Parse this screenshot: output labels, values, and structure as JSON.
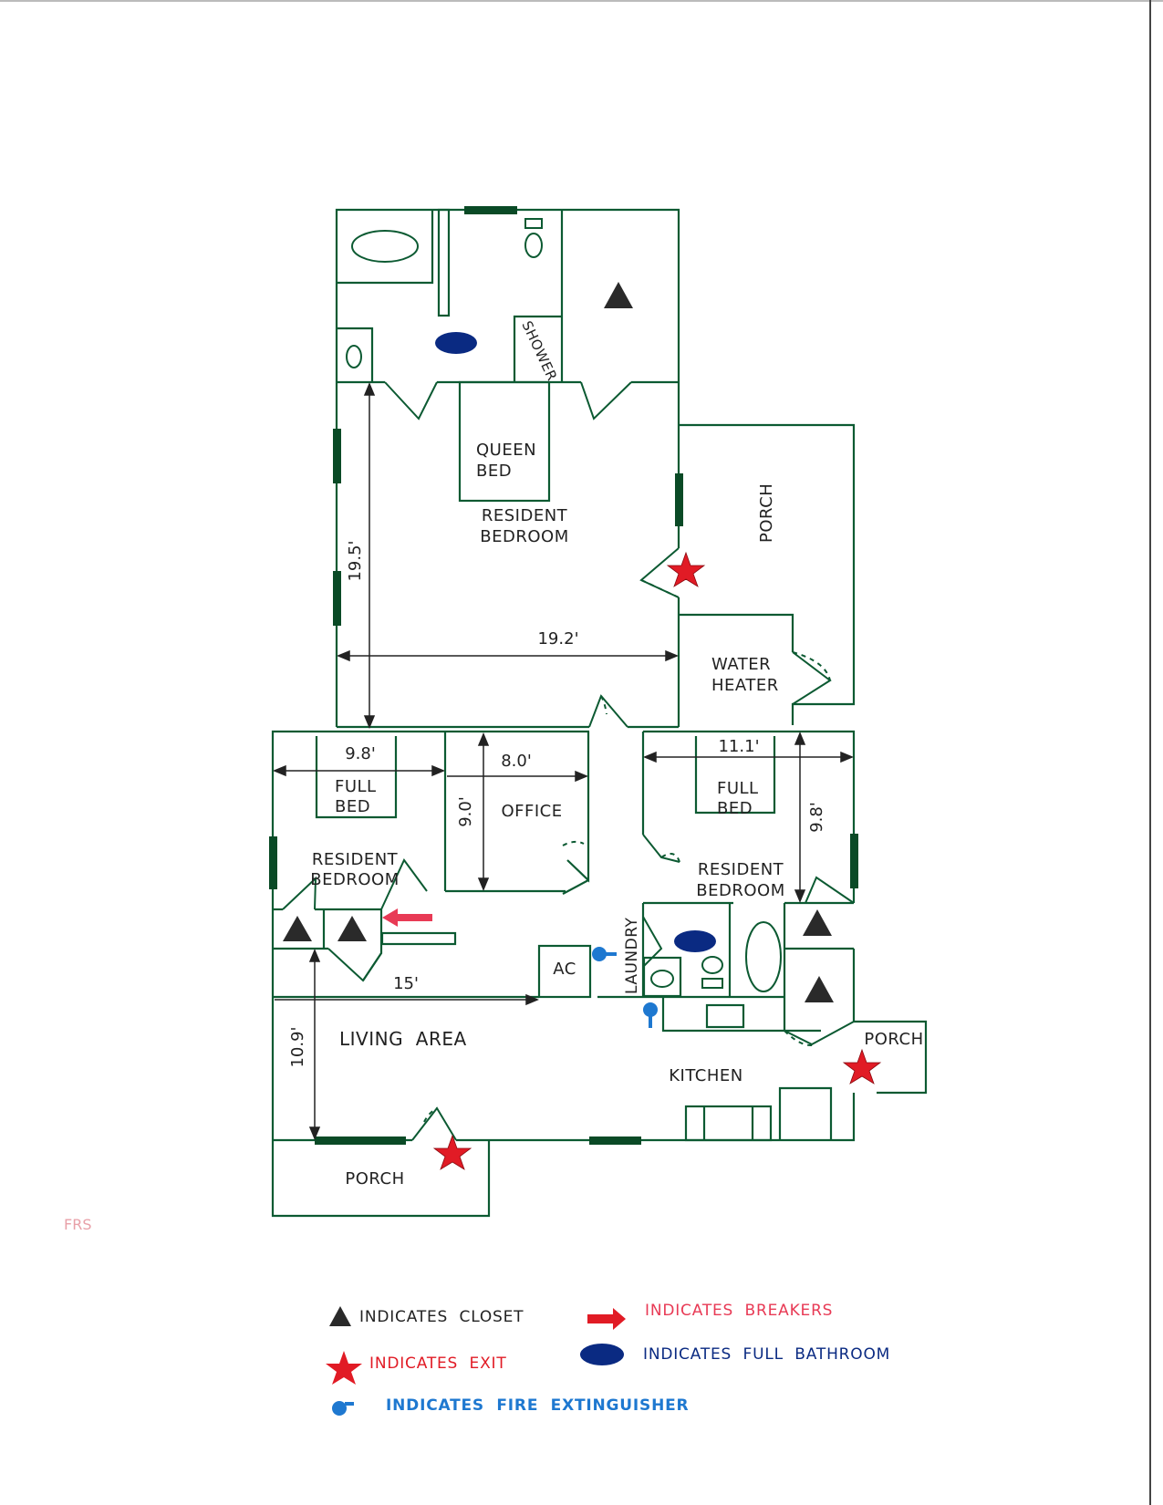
{
  "colors": {
    "wall": "#0c5a32",
    "window": "#0a4a26",
    "text": "#222222",
    "closet": "#2a2a2a",
    "exit": "#e11b25",
    "extinguisher": "#1e78d0",
    "breakers": "#e83a55",
    "bathroom": "#0a2a82"
  },
  "rooms": {
    "queen_bed": [
      "QUEEN",
      "BED"
    ],
    "master_bedroom": [
      "RESIDENT",
      "BEDROOM"
    ],
    "shower": "SHOWER",
    "porch_east": "PORCH",
    "water_heater": [
      "WATER",
      "HEATER"
    ],
    "full_bed_west": [
      "FULL",
      "BED"
    ],
    "bedroom_west": [
      "RESIDENT",
      "BEDROOM"
    ],
    "office": "OFFICE",
    "full_bed_east": [
      "FULL",
      "BED"
    ],
    "bedroom_east": [
      "RESIDENT",
      "BEDROOM"
    ],
    "ac": "AC",
    "laundry": "LAUNDRY",
    "living_area": "LIVING  AREA",
    "kitchen": "KITCHEN",
    "porch_south": "PORCH",
    "porch_southeast": "PORCH"
  },
  "dimensions": {
    "master_height": "19.5'",
    "master_width": "19.2'",
    "west_bed_width": "9.8'",
    "office_width": "8.0'",
    "office_height": "9.0'",
    "east_bed_width": "11.1'",
    "east_bed_height": "9.8'",
    "living_width": "15'",
    "living_height": "10.9'"
  },
  "stamp": "FRS",
  "legend": {
    "closet": "INDICATES  CLOSET",
    "breakers": "INDICATES  BREAKERS",
    "exit": "INDICATES  EXIT",
    "bathroom": "INDICATES  FULL  BATHROOM",
    "extinguisher": "INDICATES  FIRE  EXTINGUISHER"
  }
}
